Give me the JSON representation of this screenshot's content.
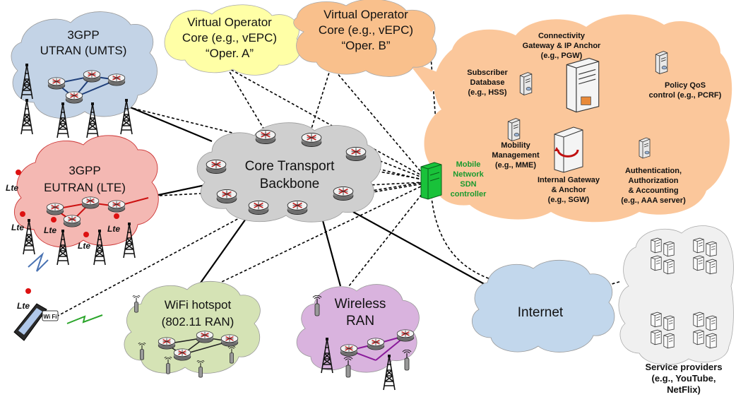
{
  "clouds": {
    "utran": {
      "line1": "3GPP",
      "line2": "UTRAN (UMTS)"
    },
    "eutran": {
      "line1": "3GPP",
      "line2": "EUTRAN (LTE)"
    },
    "core": {
      "line1": "Core Transport",
      "line2": "Backbone"
    },
    "wifi": {
      "line1": "WiFi hotspot",
      "line2": "(802.11 RAN)"
    },
    "wireless": {
      "line1": "Wireless",
      "line2": "RAN"
    },
    "internet": {
      "line1": "Internet"
    },
    "vop_a": {
      "line1": "Virtual Operator",
      "line2": "Core (e.g., vEPC)",
      "line3": "“Oper. A”"
    },
    "vop_b": {
      "line1": "Virtual Operator",
      "line2": "Core (e.g., vEPC)",
      "line3": "“Oper. B”"
    }
  },
  "sdn": {
    "line1": "Mobile",
    "line2": "Network",
    "line3": "SDN",
    "line4": "controller"
  },
  "epc": {
    "pgw": {
      "line1": "Connectivity",
      "line2": "Gateway & IP Anchor",
      "line3": "(e.g., PGW)"
    },
    "hss": {
      "line1": "Subscriber",
      "line2": "Database",
      "line3": "(e.g., HSS)"
    },
    "pcrf": {
      "line1": "Policy QoS",
      "line2": "control (e.g., PCRF)"
    },
    "mme": {
      "line1": "Mobility",
      "line2": "Management",
      "line3": "(e.g., MME)"
    },
    "sgw": {
      "line1": "Internal Gateway",
      "line2": "& Anchor",
      "line3": "(e.g., SGW)"
    },
    "aaa": {
      "line1": "Authentication,",
      "line2": "Authorization",
      "line3": "& Accounting",
      "line4": "(e.g., AAA server)"
    }
  },
  "service_providers": {
    "line1": "Service providers",
    "line2": "(e.g., YouTube,",
    "line3": "NetFlix)"
  },
  "badges": {
    "lte": "Lte",
    "wifi": "Wi Fi"
  },
  "colors": {
    "utran": "#c3d3e6",
    "eutran": "#f4b8b3",
    "core": "#cfcfcf",
    "wifi": "#d5e3b5",
    "wireless": "#d9b3de",
    "internet": "#c2d7ec",
    "vop_a": "#ffffa6",
    "vop_b": "#f9c08c",
    "epc": "#fbc79b",
    "sp": "#f0f0f0",
    "sdn": "#19c23a"
  }
}
